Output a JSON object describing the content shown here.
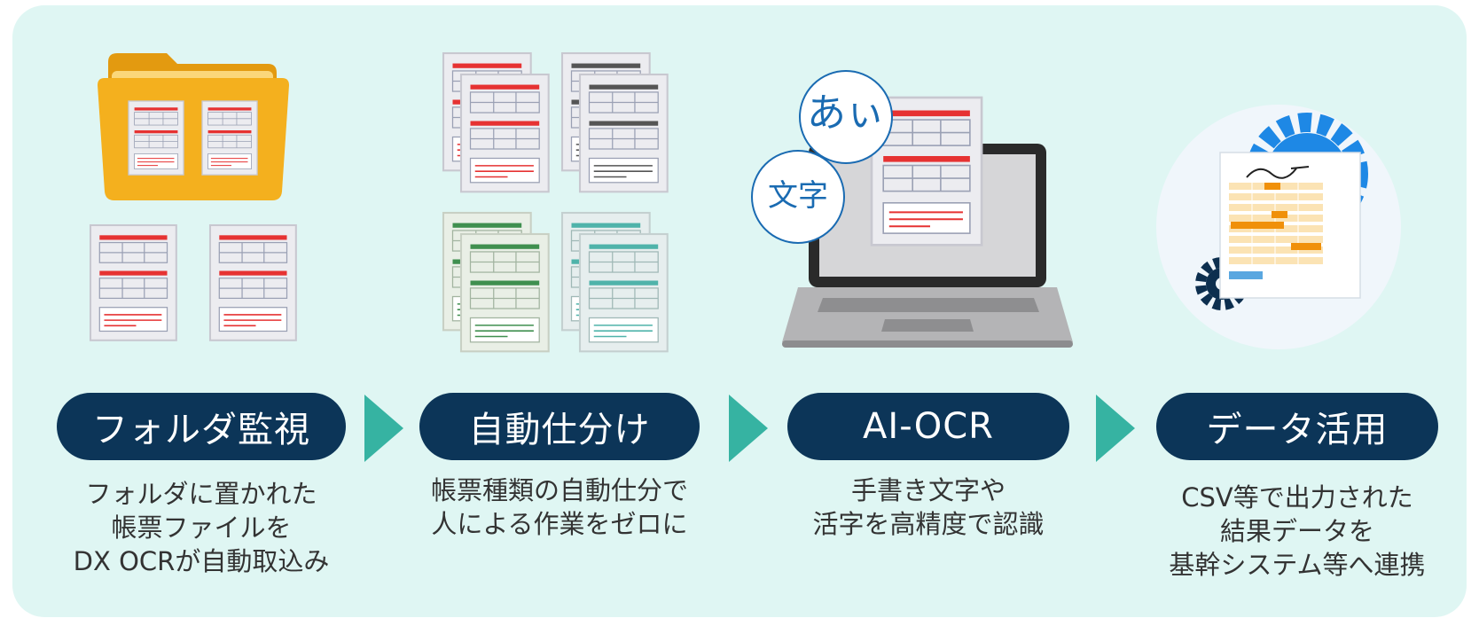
{
  "colors": {
    "background": "#dff6f3",
    "pill": "#0c3558",
    "arrow": "#36b3a2",
    "text": "#333333",
    "form_red": "#e63232",
    "form_gray": "#555555",
    "form_green": "#3f8f4f",
    "form_teal": "#4fb3aa",
    "folder": "#f4b01e",
    "gear": "#1e88e5"
  },
  "steps": [
    {
      "icon": "folder-with-forms-icon",
      "label": "フォルダ監視",
      "desc": [
        "フォルダに置かれた",
        "帳票ファイルを",
        "DX OCRが自動取込み"
      ]
    },
    {
      "icon": "sorted-forms-icon",
      "label": "自動仕分け",
      "desc": [
        "帳票種類の自動仕分で",
        "人による作業をゼロに"
      ]
    },
    {
      "icon": "laptop-ocr-icon",
      "label": "AI-OCR",
      "desc": [
        "手書き文字や",
        "活字を高精度で認識"
      ],
      "bubbles": [
        "あぃ",
        "文字"
      ]
    },
    {
      "icon": "data-document-gears-icon",
      "label": "データ活用",
      "desc": [
        "CSV等で出力された",
        "結果データを",
        "基幹システム等へ連携"
      ]
    }
  ]
}
